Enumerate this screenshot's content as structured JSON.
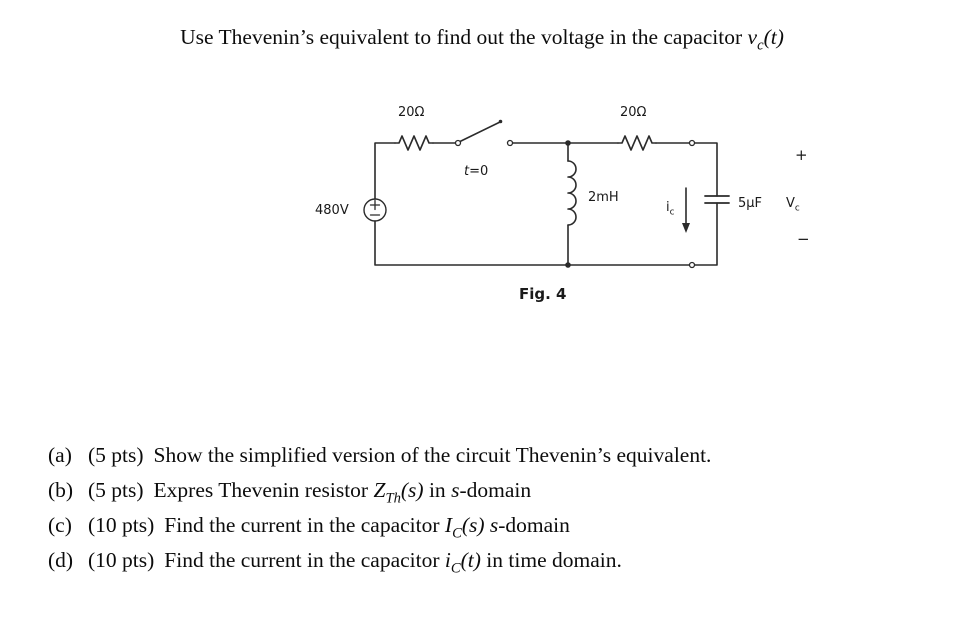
{
  "title": {
    "text": "Use Thevenin’s equivalent to find out the voltage in the capacitor ",
    "math_base": "v",
    "math_sub": "c",
    "math_arg": "(t)"
  },
  "circuit": {
    "source_label": "480V",
    "r1_label": "20Ω",
    "r2_label": "20Ω",
    "switch_var": "t",
    "switch_rest": "=0",
    "inductor_label": "2mH",
    "capacitor_label": "5μF",
    "cap_current_base": "i",
    "cap_current_sub": "c",
    "cap_voltage_base": "V",
    "cap_voltage_sub": "c",
    "polarity_plus": "+",
    "polarity_minus": "−",
    "caption": "Fig. 4"
  },
  "questions": {
    "a": {
      "label": "(a)",
      "pts": "(5 pts)",
      "text1": "Show the simplified version of the circuit Thevenin’s equivalent."
    },
    "b": {
      "label": "(b)",
      "pts": "(5 pts)",
      "text1": "Expres Thevenin resistor ",
      "math_base": "Z",
      "math_sub": "Th",
      "math_arg": "(s)",
      "text2": " in ",
      "var2": "s",
      "text3": "-domain"
    },
    "c": {
      "label": "(c)",
      "pts": "(10 pts)",
      "text1": "Find the current in the capacitor ",
      "math_base": "I",
      "math_sub": "C",
      "math_arg": "(s)",
      "text2": " ",
      "var2": "s",
      "text3": "-domain"
    },
    "d": {
      "label": "(d)",
      "pts": "(10 pts)",
      "text1": "Find the current in the capacitor ",
      "math_base": "i",
      "math_sub": "C",
      "math_arg": "(t)",
      "text2": " in time domain."
    }
  }
}
